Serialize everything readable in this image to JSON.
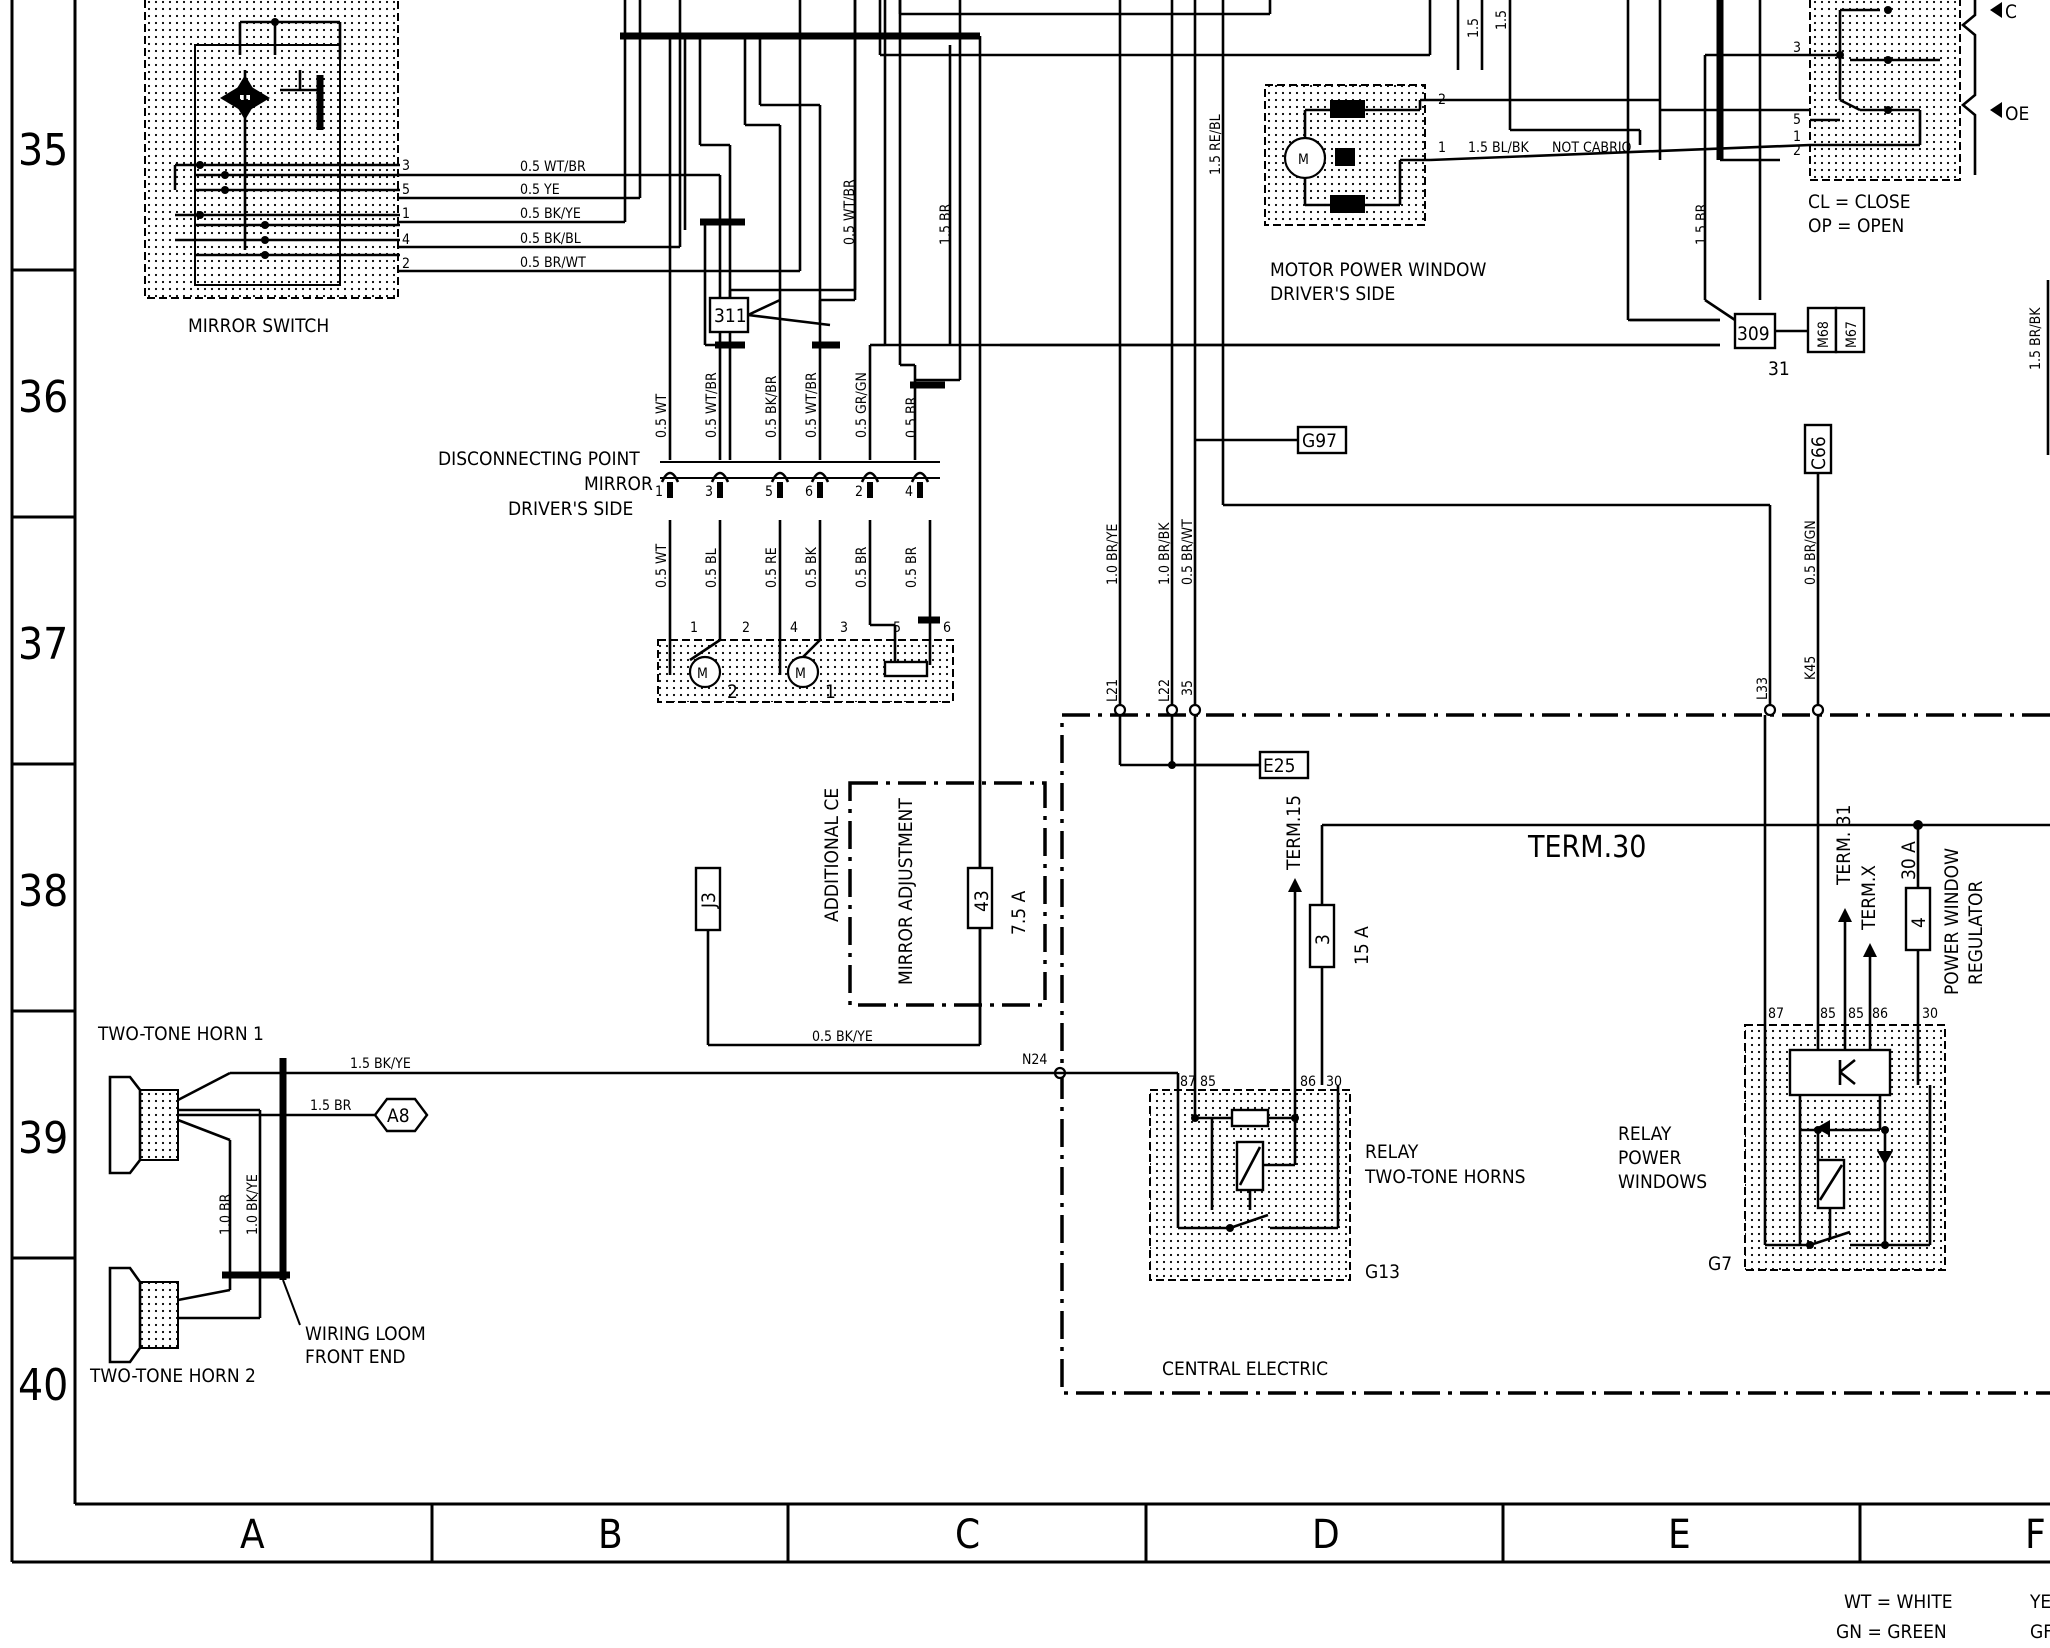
{
  "row_numbers": [
    "35",
    "36",
    "37",
    "38",
    "39",
    "40"
  ],
  "column_letters": [
    "A",
    "B",
    "C",
    "D",
    "E",
    "F"
  ],
  "components": {
    "mirror_switch": "MIRROR SWITCH",
    "motor_window_line1": "MOTOR POWER WINDOW",
    "motor_window_line2": "DRIVER'S SIDE",
    "motor_label": "M",
    "disc_point_line1": "DISCONNECTING POINT",
    "disc_point_line2": "MIRROR",
    "disc_point_line3": "DRIVER'S SIDE",
    "additional_ce": "ADDITIONAL CE",
    "mirror_adjustment": "MIRROR ADJUSTMENT",
    "horn1": "TWO-TONE HORN 1",
    "horn2": "TWO-TONE HORN 2",
    "loom_line1": "WIRING LOOM",
    "loom_line2": "FRONT END",
    "relay_horn_line1": "RELAY",
    "relay_horn_line2": "TWO-TONE HORNS",
    "relay_horn_id": "G13",
    "relay_pw_line1": "RELAY",
    "relay_pw_line2": "POWER",
    "relay_pw_line3": "WINDOWS",
    "relay_pw_id": "G7",
    "central_electric": "CENTRAL ELECTRIC",
    "pw_regulator_line1": "POWER WINDOW",
    "pw_regulator_line2": "REGULATOR",
    "close_legend": "CL = CLOSE",
    "open_legend": "OP = OPEN",
    "oe": "OE",
    "cl_fragment": "C"
  },
  "terminals": {
    "term30": "TERM.30",
    "term15": "TERM.15",
    "term31": "TERM. 31",
    "termx": "TERM.X"
  },
  "connector_ids": {
    "c311": "311",
    "c309": "309",
    "c309_pin": "31",
    "m68": "M68",
    "m67": "M67",
    "g97": "G97",
    "c66": "C66",
    "e25": "E25",
    "j3": "J3",
    "a8": "A8"
  },
  "fuses": {
    "f43_id": "43",
    "f43_rating": "7.5 A",
    "f3_id": "3",
    "f3_rating": "15 A",
    "f4_id": "4",
    "f4_rating": "30 A"
  },
  "ce_pins": {
    "l21": "L21",
    "l22": "L22",
    "p35": "35",
    "l33": "L33",
    "k45": "K45",
    "n24": "N24"
  },
  "relay_pins": {
    "horn": [
      "87",
      "85",
      "86",
      "30"
    ],
    "pw": [
      "87",
      "85",
      "85",
      "86",
      "30"
    ]
  },
  "switch_pins": [
    "3",
    "5",
    "1",
    "4",
    "2"
  ],
  "switch_wires": [
    "0.5 WT/BR",
    "0.5 YE",
    "0.5 BK/YE",
    "0.5 BK/BL",
    "0.5 BR/WT"
  ],
  "motor_window_pins": [
    "2",
    "1"
  ],
  "motor_window_wire": "1.5 BL/BK",
  "not_cabrio": "NOT CABRIO",
  "disc_top_wires": [
    "0.5 WT",
    "0.5 WT/BR",
    "0.5 BK/BR",
    "0.5 WT/BR",
    "0.5 GR/GN",
    "0.5 BR"
  ],
  "disc_pins": [
    "1",
    "3",
    "5",
    "6",
    "2",
    "4"
  ],
  "disc_bottom_wires": [
    "0.5 WT",
    "0.5 BL",
    "0.5 RE",
    "0.5 BK",
    "0.5 BR",
    "0.5 BR"
  ],
  "mirror_motor_pins": [
    "1",
    "2",
    "4",
    "3",
    "5",
    "6"
  ],
  "mirror_motor_nums": [
    "2",
    "1"
  ],
  "wire_labels": {
    "wt_br_vertical": "0.5 WT/BR",
    "br_15_a": "1.5 BR",
    "re_bl_15": "1.5 RE/BL",
    "top_15a": "1.5",
    "top_15b": "1.5",
    "br_15_right": "1.5 BR",
    "br_bk_15": "1.5 BR/BK",
    "br_ye_10": "1.0 BR/YE",
    "br_bk_10": "1.0 BR/BK",
    "br_wt_05": "0.5 BR/WT",
    "br_gn_05": "0.5 BR/GN",
    "bk_ye_05": "0.5 BK/YE",
    "bk_ye_15": "1.5 BK/YE",
    "br_15_horn": "1.5 BR",
    "br_10": "1.0 BR",
    "bk_ye_10": "1.0 BK/YE"
  },
  "switch_right_pins": [
    "3",
    "5",
    "1",
    "2"
  ],
  "color_legend": {
    "wt": "WT = WHITE",
    "gn": "GN = GREEN",
    "ye_fragment": "YE",
    "gr_fragment": "GF"
  }
}
